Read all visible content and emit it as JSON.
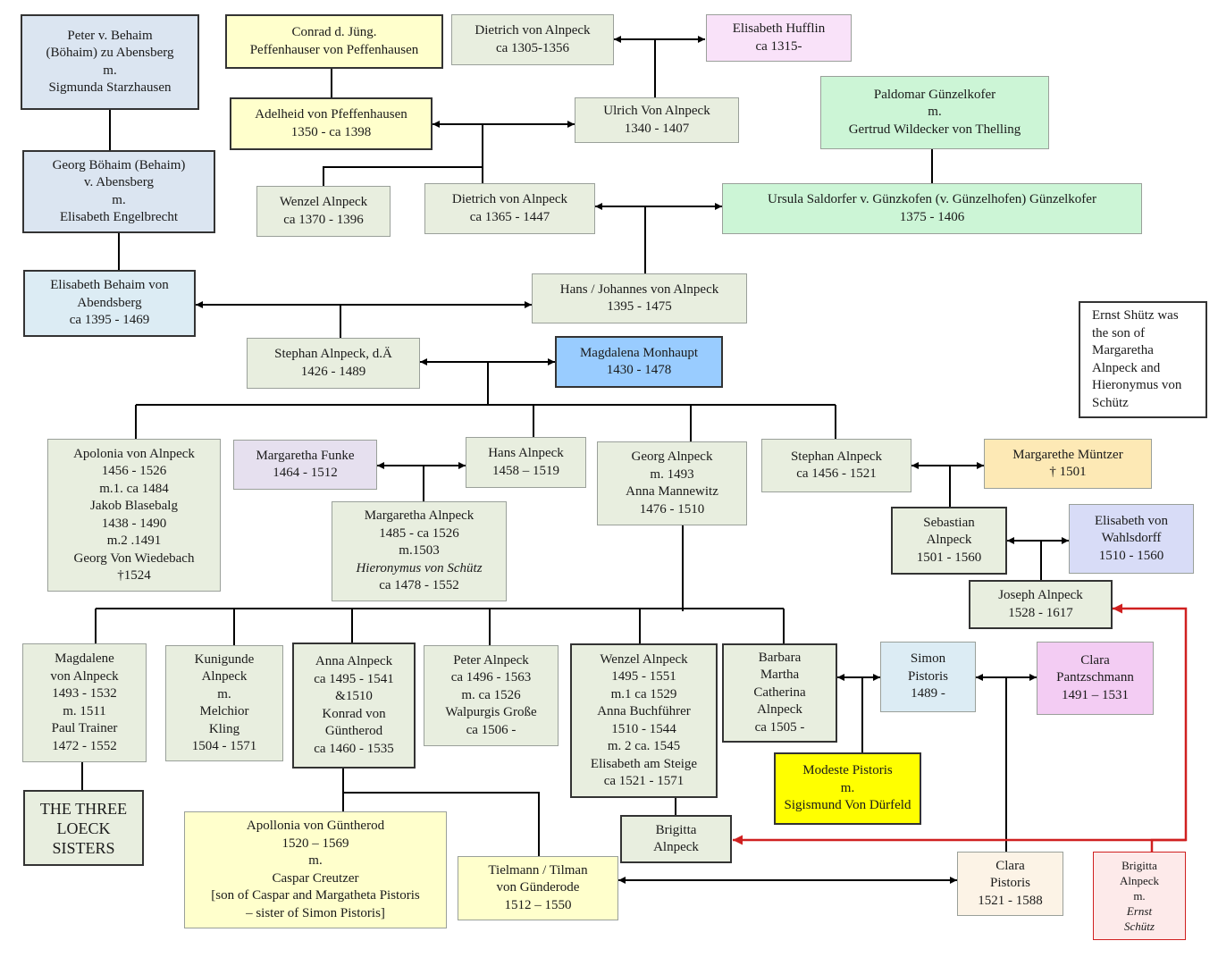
{
  "colors": {
    "green": "#e8eedf",
    "blue_gray": "#dbe5f1",
    "light_blue": "#dcecf4",
    "yellow": "#ffffcc",
    "lavender": "#e6e0ef",
    "pink": "#f9e2f9",
    "mint": "#ccf5d6",
    "blue": "#99ccff",
    "periwinkle": "#d8dcf7",
    "orange": "#fde9b5",
    "bright_yellow": "#ffff00",
    "magenta": "#f3ccf3",
    "light_pink": "#fdeaea",
    "red_arrow": "#d02020"
  },
  "people": {
    "peter_behaim": {
      "lines": [
        "Peter v. Behaim",
        "(Böhaim) zu Abensberg",
        "m.",
        "Sigmunda Starzhausen"
      ]
    },
    "conrad_pfeffenhauser": {
      "lines": [
        "Conrad d. Jüng.",
        "Peffenhauser von Peffenhausen"
      ]
    },
    "dietrich_1305": {
      "lines": [
        "Dietrich von Alnpeck",
        "ca 1305-1356"
      ]
    },
    "elisabeth_hufflin": {
      "lines": [
        "Elisabeth Hufflin",
        "ca 1315-"
      ]
    },
    "paldomar": {
      "lines": [
        "Paldomar Günzelkofer",
        "m.",
        "Gertrud Wildecker von Thelling"
      ]
    },
    "adelheid": {
      "lines": [
        "Adelheid von Pfeffenhausen",
        "1350 - ca 1398"
      ]
    },
    "ulrich": {
      "lines": [
        "Ulrich Von Alnpeck",
        "1340 - 1407"
      ]
    },
    "georg_bohaim": {
      "lines": [
        "Georg Böhaim (Behaim)",
        "v. Abensberg",
        "m.",
        "Elisabeth Engelbrecht"
      ]
    },
    "wenzel_1370": {
      "lines": [
        "Wenzel Alnpeck",
        "ca 1370 - 1396"
      ]
    },
    "dietrich_1365": {
      "lines": [
        "Dietrich von Alnpeck",
        "ca 1365 - 1447"
      ]
    },
    "ursula": {
      "lines": [
        "Ursula Saldorfer v. Günzkofen (v. Günzelhofen) Günzelkofer",
        "1375 - 1406"
      ]
    },
    "elisabeth_behaim": {
      "lines": [
        "Elisabeth Behaim von",
        "Abendsberg",
        "ca 1395 - 1469"
      ]
    },
    "hans_johannes": {
      "lines": [
        "Hans / Johannes von Alnpeck",
        "1395 - 1475"
      ]
    },
    "ernst_note": {
      "lines": [
        "Ernst Shütz was",
        "the son of",
        "Margaretha",
        "Alnpeck and",
        "Hieronymus von",
        "Schütz"
      ]
    },
    "stephan_1426": {
      "lines": [
        "Stephan Alnpeck, d.Ä",
        "1426 - 1489"
      ]
    },
    "magdalena_monhaupt": {
      "lines": [
        "Magdalena Monhaupt",
        "1430 - 1478"
      ]
    },
    "apolonia": {
      "lines": [
        "Apolonia von Alnpeck",
        "1456 - 1526",
        "m.1. ca 1484",
        "Jakob Blasebalg",
        "1438 - 1490",
        "m.2 .1491",
        "Georg Von Wiedebach",
        "†1524"
      ]
    },
    "margaretha_funke": {
      "lines": [
        "Margaretha Funke",
        "1464 - 1512"
      ]
    },
    "hans_1458": {
      "lines": [
        "Hans Alnpeck",
        "1458 – 1519"
      ]
    },
    "georg_1476": {
      "lines": [
        "Georg Alnpeck",
        "m. 1493",
        "Anna Mannewitz",
        "1476 - 1510"
      ]
    },
    "stephan_1456": {
      "lines": [
        "Stephan Alnpeck",
        "ca 1456 - 1521"
      ]
    },
    "margarethe_muntzer": {
      "lines": [
        "Margarethe Müntzer",
        "† 1501"
      ]
    },
    "margaretha_1485": {
      "lines": [
        "Margaretha Alnpeck",
        "1485 - ca 1526",
        "m.1503"
      ],
      "italic_line": "Hieronymus von Schütz",
      "last_line": "ca 1478 - 1552"
    },
    "sebastian": {
      "lines": [
        "Sebastian",
        "Alnpeck",
        "1501 - 1560"
      ]
    },
    "elisabeth_wahlsdorff": {
      "lines": [
        "Elisabeth von",
        "Wahlsdorff",
        "1510 - 1560"
      ]
    },
    "joseph": {
      "lines": [
        "Joseph Alnpeck",
        "1528 - 1617"
      ]
    },
    "magdalene": {
      "lines": [
        "Magdalene",
        "von Alnpeck",
        "1493 - 1532",
        "m. 1511",
        "Paul Trainer",
        "1472 - 1552"
      ]
    },
    "kunigunde": {
      "lines": [
        "Kunigunde",
        "Alnpeck",
        "m.",
        "Melchior",
        "Kling",
        "1504 - 1571"
      ]
    },
    "anna_1495": {
      "lines": [
        "Anna Alnpeck",
        "ca 1495 - 1541",
        "&1510",
        "Konrad von",
        "Güntherod",
        "ca 1460 - 1535"
      ]
    },
    "peter_1496": {
      "lines": [
        "Peter Alnpeck",
        "ca 1496 - 1563",
        "m. ca 1526",
        "Walpurgis Große",
        "ca 1506 -"
      ]
    },
    "wenzel_1495": {
      "lines": [
        "Wenzel Alnpeck",
        "1495 - 1551",
        "m.1 ca 1529",
        "Anna Buchführer",
        "1510 - 1544",
        "m. 2 ca. 1545",
        "Elisabeth am Steige",
        "ca 1521 - 1571"
      ]
    },
    "barbara": {
      "lines": [
        "Barbara",
        "Martha",
        "Catherina",
        "Alnpeck",
        "ca 1505 -"
      ]
    },
    "simon": {
      "lines": [
        "Simon",
        "Pistoris",
        "1489 -"
      ]
    },
    "clara_pantzschmann": {
      "lines": [
        "Clara",
        "Pantzschmann",
        "1491 – 1531"
      ]
    },
    "three_loeck": {
      "lines": [
        "THE THREE",
        "LOECK",
        "SISTERS"
      ]
    },
    "modeste": {
      "lines": [
        "Modeste Pistoris",
        "m.",
        "Sigismund Von Dürfeld"
      ]
    },
    "apollonia_guntherod": {
      "lines": [
        "Apollonia von Güntherod",
        "1520 – 1569",
        "m.",
        "Caspar Creutzer",
        "[son of Caspar and Margatheta Pistoris",
        "– sister of Simon Pistoris]"
      ]
    },
    "brigitta": {
      "lines": [
        "Brigitta",
        "Alnpeck"
      ]
    },
    "tielmann": {
      "lines": [
        "Tielmann / Tilman",
        "von Günderode",
        "1512 – 1550"
      ]
    },
    "clara_pistoris": {
      "lines": [
        "Clara",
        "Pistoris",
        "1521 - 1588"
      ]
    },
    "brigitta_ernst": {
      "lines": [
        "Brigitta",
        "Alnpeck",
        "m."
      ],
      "italic_lines": [
        "Ernst",
        "Schütz"
      ]
    }
  }
}
